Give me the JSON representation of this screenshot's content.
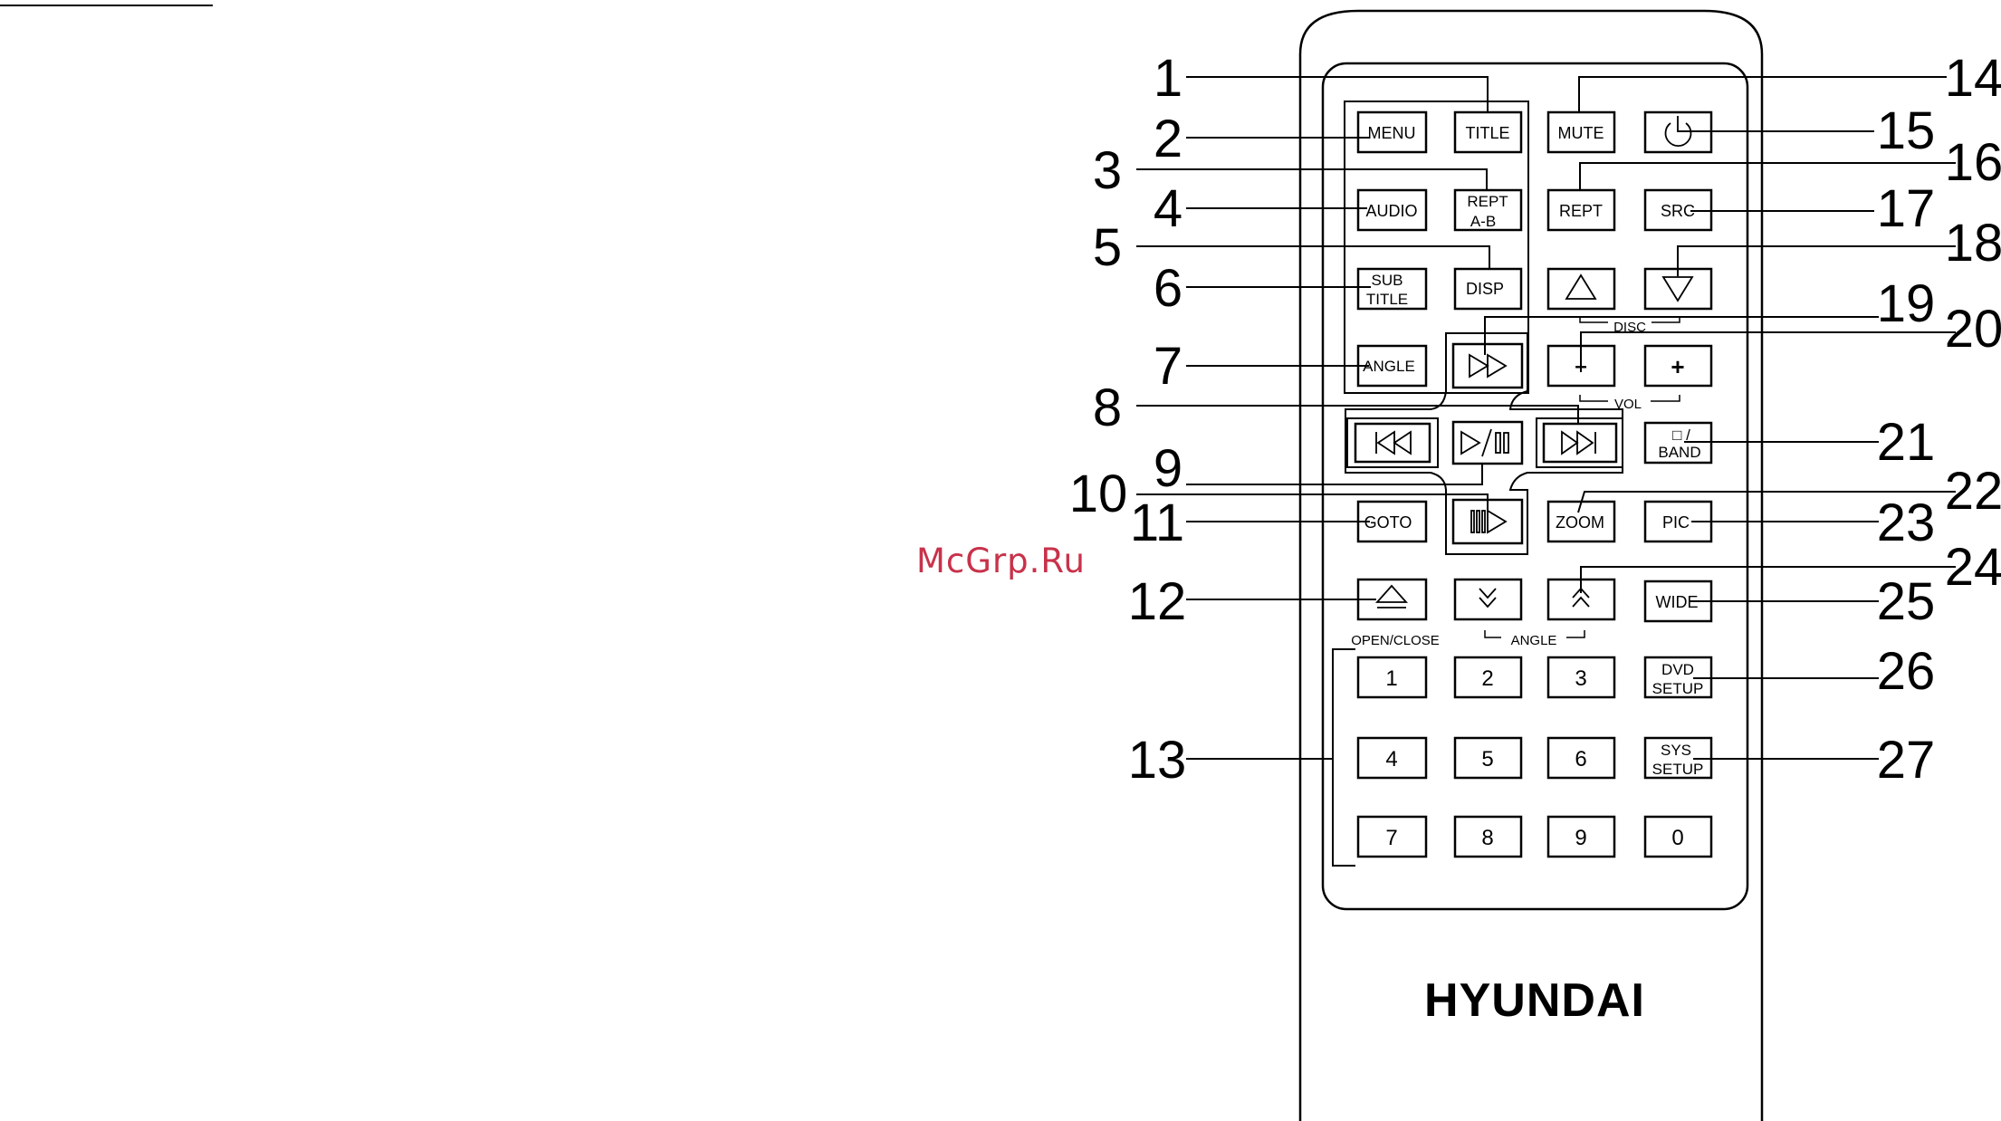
{
  "watermark": "McGrp.Ru",
  "brand": "HYUNDAI",
  "group_labels": {
    "disc": "DISC",
    "vol": "VOL",
    "angle": "ANGLE",
    "open_close": "OPEN/CLOSE"
  },
  "buttons": {
    "menu": "MENU",
    "title": "TITLE",
    "mute": "MUTE",
    "power": "power-icon",
    "audio": "AUDIO",
    "rept_ab": [
      "REPT",
      "A-B"
    ],
    "rept": "REPT",
    "src": "SRC",
    "subtitle": [
      "SUB",
      "TITLE"
    ],
    "disp": "DISP",
    "disc_up": "triangle-up-icon",
    "disc_down": "triangle-down-icon",
    "angle": "ANGLE",
    "fast_forward": "fast-forward-icon",
    "vol_minus": "–",
    "vol_plus": "+",
    "prev": "skip-previous-icon",
    "play_pause": "play-pause-icon",
    "next": "skip-next-icon",
    "stop_band": [
      "□ /",
      "BAND"
    ],
    "goto": "GOTO",
    "slow": "slow-play-icon",
    "zoom": "ZOOM",
    "pic": "PIC",
    "eject": "eject-icon",
    "angle_down": "angle-down-icon",
    "angle_up": "angle-up-icon",
    "wide": "WIDE",
    "dvd_setup": [
      "DVD",
      "SETUP"
    ],
    "sys_setup": [
      "SYS",
      "SETUP"
    ],
    "digits": [
      "1",
      "2",
      "3",
      "4",
      "5",
      "6",
      "7",
      "8",
      "9",
      "0"
    ]
  },
  "callouts": [
    "1",
    "2",
    "3",
    "4",
    "5",
    "6",
    "7",
    "8",
    "9",
    "10",
    "11",
    "12",
    "13",
    "14",
    "15",
    "16",
    "17",
    "18",
    "19",
    "20",
    "21",
    "22",
    "23",
    "24",
    "25",
    "26",
    "27"
  ]
}
